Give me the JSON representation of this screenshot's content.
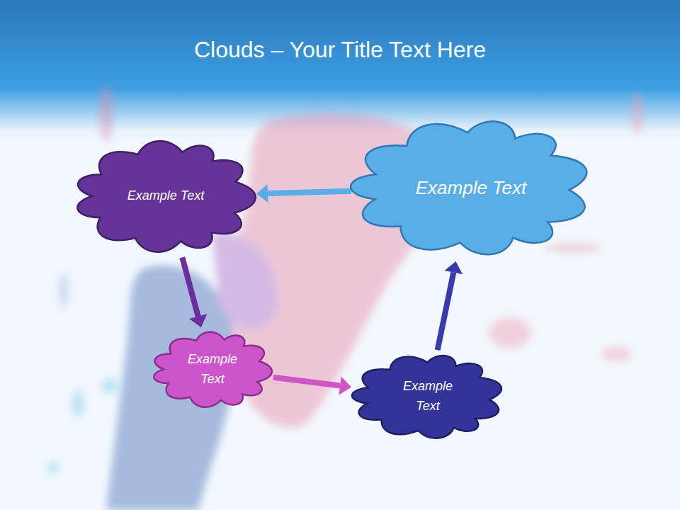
{
  "diagram": {
    "title": "Clouds – Your Title Text Here",
    "nodes": [
      {
        "text": [
          "Example Text"
        ]
      },
      {
        "text": [
          "Example Text"
        ]
      },
      {
        "text": [
          "Example Text"
        ]
      },
      {
        "text": [
          "Example Text"
        ]
      }
    ],
    "edges": [
      {
        "from": 3,
        "to": 1,
        "arrow": "to"
      },
      {
        "from": 1,
        "to": 0,
        "arrow": "to"
      },
      {
        "from": 0,
        "to": 2,
        "arrow": "to"
      },
      {
        "from": 2,
        "to": 3,
        "arrow": "to"
      }
    ]
  }
}
